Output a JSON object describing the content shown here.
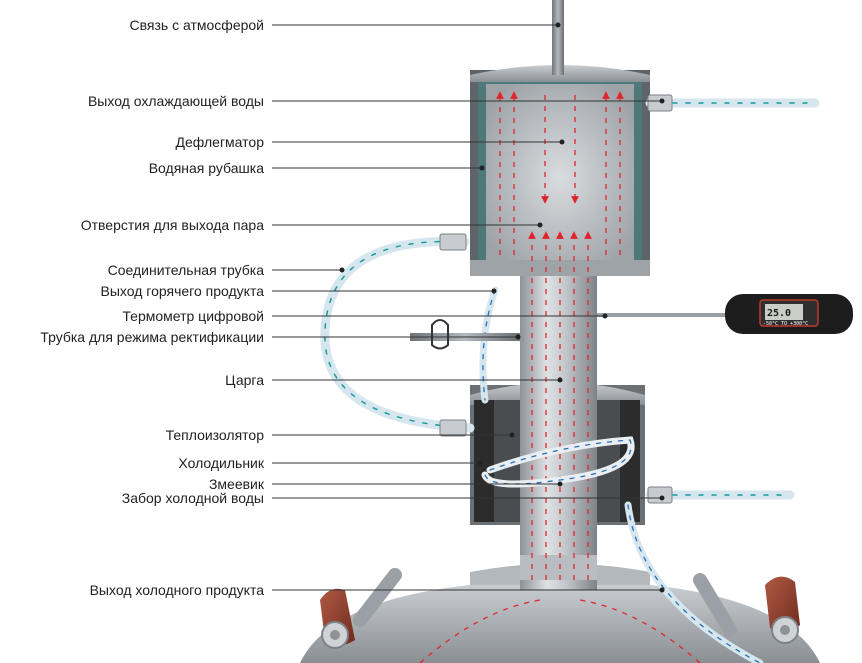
{
  "labels": [
    {
      "id": "atmosphere",
      "text": "Связь с атмосферой"
    },
    {
      "id": "cooling_out",
      "text": "Выход охлаждающей воды"
    },
    {
      "id": "dephlegmator",
      "text": "Дефлегматор"
    },
    {
      "id": "water_jacket",
      "text": "Водяная рубашка"
    },
    {
      "id": "steam_holes",
      "text": "Отверстия для выхода пара"
    },
    {
      "id": "connecting_tube",
      "text": "Соединительная трубка"
    },
    {
      "id": "hot_product",
      "text": "Выход горячего продукта"
    },
    {
      "id": "thermometer",
      "text": "Термометр цифровой"
    },
    {
      "id": "rectification_tube",
      "text": "Трубка для режима ректификации"
    },
    {
      "id": "tsarga",
      "text": "Царга"
    },
    {
      "id": "insulator",
      "text": "Теплоизолятор"
    },
    {
      "id": "cooler",
      "text": "Холодильник"
    },
    {
      "id": "coil",
      "text": "Змеевик"
    },
    {
      "id": "cold_water_in",
      "text": "Забор холодной воды"
    },
    {
      "id": "cold_product",
      "text": "Выход холодного продукта"
    }
  ],
  "thermometer_display": {
    "reading": "25.0",
    "range": "-50°C TO +300°C"
  },
  "colors": {
    "steam_arrow": "#e0262c",
    "water_arrow": "#1a9a9a",
    "water_tube": "#cfe3ee",
    "steel": "#a8adb3",
    "insulation": "#3a3a3a",
    "handle": "#8b3b2a"
  }
}
